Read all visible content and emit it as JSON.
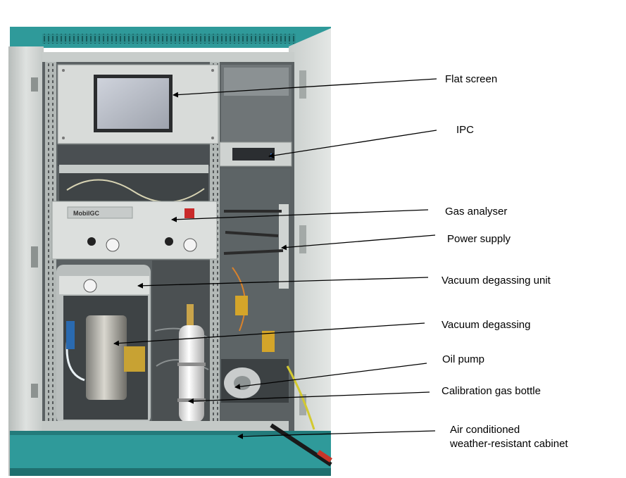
{
  "labels": {
    "flat_screen": "Flat screen",
    "ipc": "IPC",
    "gas_analyser": "Gas analyser",
    "power_supply": "Power supply",
    "vacuum_degassing_unit": "Vacuum degassing unit",
    "vacuum_degassing": "Vacuum degassing",
    "oil_pump": "Oil pump",
    "calibration_gas_bottle": "Calibration gas bottle",
    "air_conditioned_line1": "Air conditioned",
    "air_conditioned_line2": "weather-resistant cabinet"
  },
  "device_text": {
    "brand": "MobilGC"
  },
  "colors": {
    "cabinet_teal": "#2f9a9a",
    "panel_grey": "#d8dbd9",
    "rack_grey": "#b9bfbd",
    "interior_dark": "#3a3f42"
  }
}
